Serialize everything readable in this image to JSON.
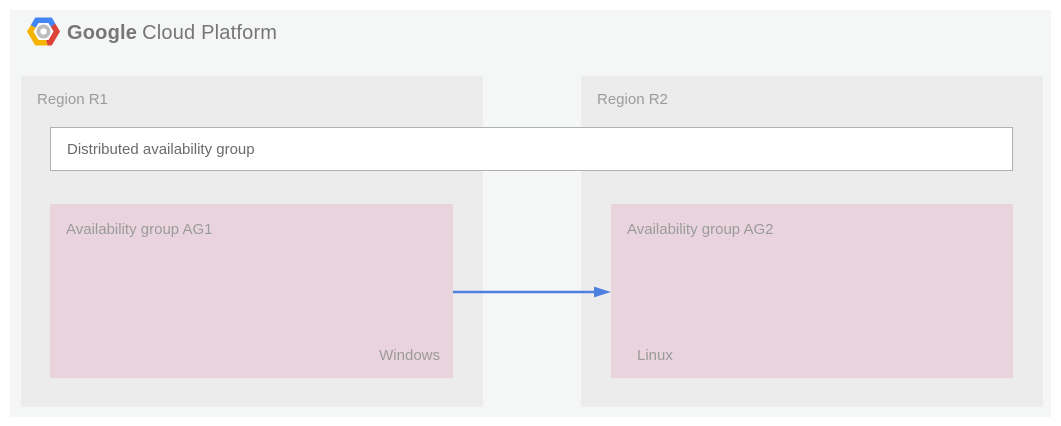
{
  "brand": {
    "name_primary": "Google",
    "name_secondary": "Cloud Platform"
  },
  "logo": {
    "name": "google-cloud-platform-hexagon-logo",
    "blue": "#4285f4",
    "red": "#db4437",
    "yellow": "#f4b400",
    "ring_gray": "#bdbdbd",
    "inner_white": "#ffffff"
  },
  "regions": [
    {
      "label": "Region R1"
    },
    {
      "label": "Region R2"
    }
  ],
  "distributed_group": {
    "label": "Distributed availability group"
  },
  "availability_groups": [
    {
      "label": "Availability group AG1",
      "os_label": "Windows"
    },
    {
      "label": "Availability group AG2",
      "os_label": "Linux"
    }
  ],
  "arrow": {
    "direction": "left-to-right",
    "color": "#4e80e0"
  },
  "colors": {
    "page": "#ffffff",
    "container": "#f5f6f6",
    "region": "#ececec",
    "group_pink": "#e9d4de",
    "box_white": "#ffffff",
    "box_border": "#b0b0b0",
    "text_muted": "#9b9b9b",
    "text_default": "#6b6b6b",
    "brand_text": "#767676"
  }
}
